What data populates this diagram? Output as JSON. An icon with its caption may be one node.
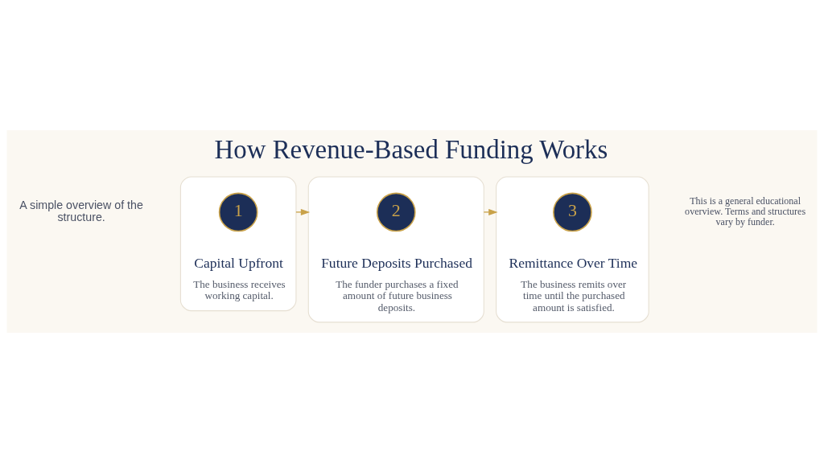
{
  "diagram": {
    "title": "How Revenue-Based Funding Works",
    "nodes": [
      {
        "text": [
          "Capital Upfront",
          "The business receives working capital."
        ]
      },
      {
        "text": [
          "1"
        ],
        "in": 0
      },
      {
        "text": [
          "Future Deposits Purchased",
          "The funder purchases a fixed amount of future business deposits."
        ]
      },
      {
        "text": [
          "2"
        ],
        "in": 2
      },
      {
        "text": [
          "Remittance Over Time",
          "The business remits over time until the purchased amount is satisfied."
        ]
      },
      {
        "text": [
          "3"
        ],
        "in": 4
      }
    ],
    "edges": [
      {
        "from": 0,
        "to": 2,
        "arrow": "to"
      },
      {
        "from": 2,
        "to": 4,
        "arrow": "to"
      }
    ],
    "labels": [
      "A simple overview of the structure.",
      "This is a general educational overview. Terms and structures vary by funder."
    ]
  }
}
